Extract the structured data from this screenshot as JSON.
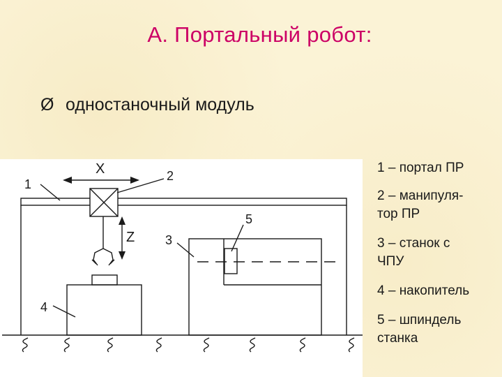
{
  "title": "А. Портальный робот:",
  "bullet": {
    "icon": "arrow-bullet-icon",
    "glyph": "Ø",
    "text": "одностаночный модуль"
  },
  "diagram": {
    "labels": {
      "x_axis": "X",
      "z_axis": "Z",
      "n1": "1",
      "n2": "2",
      "n3": "3",
      "n4": "4",
      "n5": "5"
    }
  },
  "legend": [
    "1 – портал ПР",
    "2 – манипуля-\nтор ПР",
    "3 – станок с\nЧПУ",
    "4 – накопитель",
    "5 – шпиндель\nстанка"
  ],
  "colors": {
    "title": "#cc0066",
    "background": "#fbf3d6",
    "diagram_panel": "#ffffff"
  }
}
